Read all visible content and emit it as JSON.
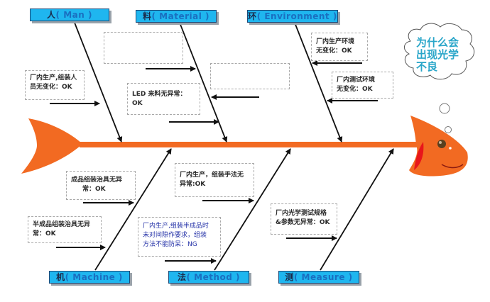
{
  "diagram": {
    "type": "fishbone",
    "problem": "为什么会出现光学不良",
    "problem_lines": [
      "为什么会",
      "出现光学",
      "不良"
    ],
    "colors": {
      "fish": "#f26a22",
      "fish_fin_inner": "#e8161b",
      "category_fill": "#1fb6ef",
      "category_border": "#1d4a78",
      "category_text": "#1a6fc0",
      "cloud_text": "#2aa6c9",
      "ng_text": "#2633a8",
      "arrow": "#111111"
    },
    "categories": {
      "man": {
        "zh": "人",
        "en": "( Man )"
      },
      "material": {
        "zh": "料",
        "en": "( Material )"
      },
      "environment": {
        "zh": "环",
        "en": "( Environment )"
      },
      "machine": {
        "zh": "机",
        "en": "( Machine )"
      },
      "method": {
        "zh": "法",
        "en": "( Method )"
      },
      "measure": {
        "zh": "测",
        "en": "( Measure )"
      }
    },
    "causes": {
      "man_1": "厂内生产,组装人员无变化：OK",
      "man_1_lines": [
        "厂内生产,组装人",
        "员无变化：OK"
      ],
      "material_1_lines": [
        "LED 来料无异常：",
        "OK"
      ],
      "environment_1_lines": [
        "厂内生产环境",
        "无变化：OK"
      ],
      "environment_2_lines": [
        "厂内测试环境",
        "无变化：OK"
      ],
      "machine_1_lines": [
        "成品组装治具无异",
        "常：OK"
      ],
      "machine_2_lines": [
        "半成品组装治具无异",
        "常：OK"
      ],
      "method_1_lines": [
        "厂内生产，组装手法无",
        "异常:OK"
      ],
      "method_2_lines": [
        "厂内生产,组装半成品时",
        "未对间隙作要求，组装",
        "方法不能防呆：NG"
      ],
      "measure_1_lines": [
        "厂内光学测试规格",
        "&参数无异常：OK"
      ]
    }
  }
}
